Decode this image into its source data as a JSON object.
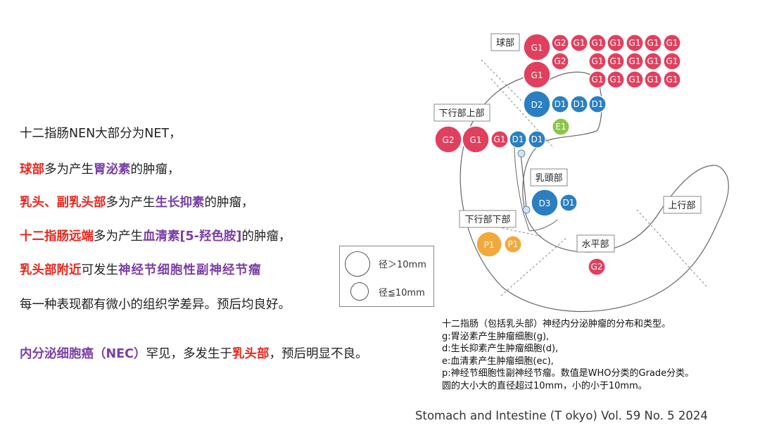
{
  "text_lines": {
    "l1": "十二指肠NEN大部分为NET，",
    "l2a": "球部",
    "l2b": "多为产生",
    "l2c": "胃泌素",
    "l2d": "的肿瘤，",
    "l3a": "乳头、副乳头部",
    "l3b": "多为产生",
    "l3c": "生长抑素",
    "l3d": "的肿瘤，",
    "l4a": "十二指肠远端",
    "l4b": "多为产生",
    "l4c": "血清素[5-羟色胺]",
    "l4d": "的肿瘤，",
    "l5a": "乳头部附近",
    "l5b": "可发生",
    "l5c": "神经节细胞性副神经节瘤",
    "l6": "每一种表现都有微小的组织学差异。预后均良好。",
    "l7a": "内分泌细胞癌（NEC）",
    "l7b": "罕见，多发生于",
    "l7c": "乳头部",
    "l7d": "，预后明显不良。"
  },
  "legend": {
    "large": "径＞10mm",
    "small": "径≦10mm"
  },
  "regions": {
    "bulb": "球部",
    "upper_descending": "下行部上部",
    "papilla": "乳頭部",
    "lower_descending": "下行部下部",
    "horizontal": "水平部",
    "ascending": "上行部"
  },
  "tumor_labels": {
    "g1": "G1",
    "g2": "G2",
    "d1": "D1",
    "d2": "D2",
    "d3": "D3",
    "e1": "E1",
    "p1": "P1"
  },
  "colors": {
    "gastrin_red": "#e0405e",
    "somatostatin_blue": "#2b7fc0",
    "serotonin_green": "#8cc44a",
    "paraganglioma_orange": "#f2a93b",
    "highlight_red": "#e8261c",
    "highlight_purple": "#7a3fa6"
  },
  "caption": {
    "l1": "十二指肠（包括乳头部）神经内分泌肿瘤的分布和类型。",
    "l2": "g:胃泌素产生肿瘤细胞(g),",
    "l3": "d:生长抑素产生肿瘤细胞(d),",
    "l4": "e:血清素产生肿瘤细胞(ec),",
    "l5": "p:神经节细胞性副神经节瘤。数值是WHO分类的Grade分类。",
    "l6": "圆的大小大的直径超过10mm，小的小于10mm。"
  },
  "citation": "Stomach and Intestine (T okyo)  Vol. 59  No. 5  2024"
}
